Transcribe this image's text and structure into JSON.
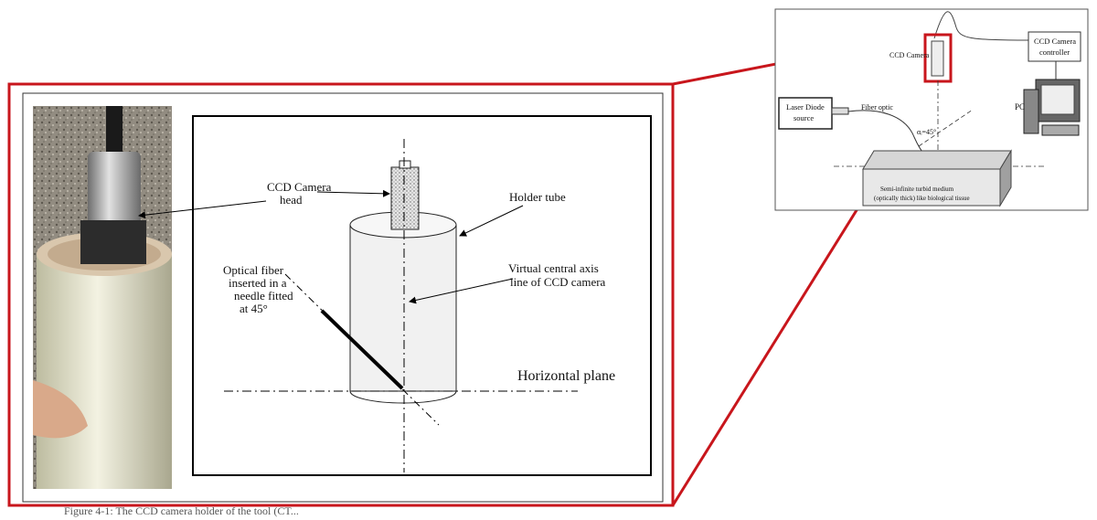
{
  "main_figure": {
    "labels": {
      "ccd_head_line1": "CCD Camera",
      "ccd_head_line2": "head",
      "holder_tube": "Holder tube",
      "fiber_line1": "Optical fiber",
      "fiber_line2": "inserted  in a",
      "fiber_line3": "needle fitted",
      "fiber_line4": "at 45°",
      "axis_line1": "Virtual central axis",
      "axis_line2": "line of CCD camera",
      "horizontal_plane": "Horizontal plane"
    },
    "caption_fragment": "Figure 4-1: The CCD camera holder of the tool (CT..."
  },
  "inset_figure": {
    "labels": {
      "ccd_camera": "CCD Camera",
      "controller_line1": "CCD Camera",
      "controller_line2": "controller",
      "laser_line1": "Laser Diode",
      "laser_line2": "source",
      "fiber_optic": "Fiber optic",
      "angle": "αᵢ=45°",
      "pc": "PC",
      "medium_line1": "Semi-infinite turbid medium",
      "medium_line2": "(optically thick) like biological tissue"
    }
  },
  "colors": {
    "highlight": "#c8161c",
    "frame": "#222222",
    "tube_fill": "#f1f1f1",
    "camera_fill": "#d8d8d8"
  }
}
